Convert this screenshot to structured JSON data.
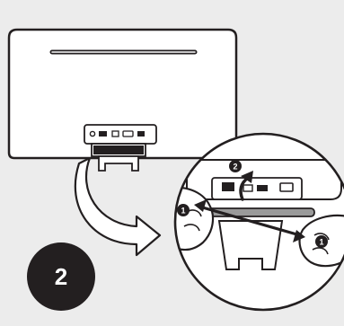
{
  "step_number": "2",
  "callouts": {
    "release_left": "1",
    "release_right": "1",
    "lift": "2"
  },
  "colors": {
    "background": "#ececec",
    "line": "#231f20",
    "fill": "#ffffff",
    "grey": "#9a9a9a"
  },
  "icons": {
    "step_badge": "step-number-badge",
    "curved_arrow": "curved-arrow-icon",
    "release_arrow": "double-headed-arrow-icon",
    "lift_arrow": "up-arrow-icon"
  }
}
